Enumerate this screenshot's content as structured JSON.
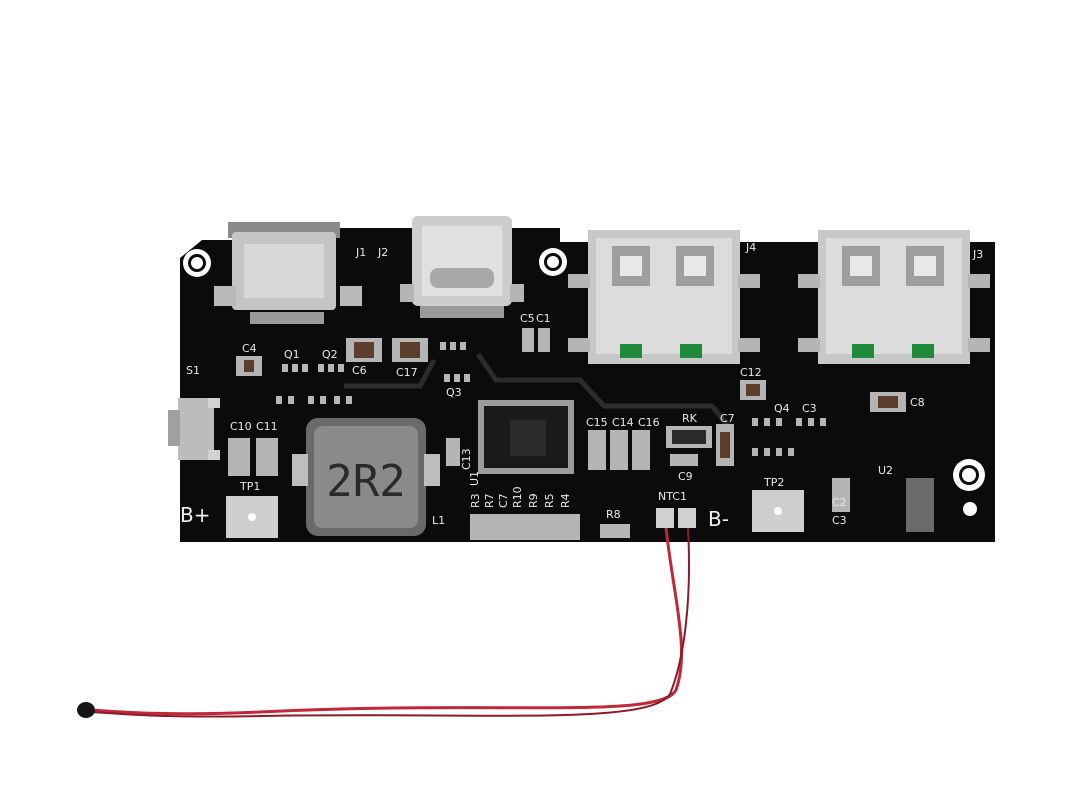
{
  "board": {
    "labels": {
      "j1": "J1",
      "j2": "J2",
      "j4": "J4",
      "j3": "J3",
      "c4": "C4",
      "q1": "Q1",
      "q2": "Q2",
      "c6": "C6",
      "c17": "C17",
      "q3": "Q3",
      "c5": "C5",
      "c1": "C1",
      "s1": "S1",
      "c10": "C10",
      "c11": "C11",
      "tp1": "TP1",
      "b_plus": "B+",
      "inductor": "2R2",
      "l1": "L1",
      "c13": "C13",
      "u1": "U1",
      "r_row": [
        "R3",
        "R7",
        "C7",
        "R10",
        "R9",
        "R5",
        "R4"
      ],
      "c15": "C15",
      "c14": "C14",
      "c16": "C16",
      "rk": "RK",
      "c9": "C9",
      "c7": "C7",
      "r8": "R8",
      "ntc1": "NTC1",
      "b_minus": "B-",
      "tp2": "TP2",
      "c12": "C12",
      "q4": "Q4",
      "c3a": "C3",
      "c8": "C8",
      "u2": "U2",
      "c2": "C2",
      "c3b": "C3"
    }
  },
  "colors": {
    "pcb": "#0d0d0d",
    "silkscreen": "#e8e8e8",
    "metal": "#c9c9c9",
    "wire": "#c0283a"
  }
}
